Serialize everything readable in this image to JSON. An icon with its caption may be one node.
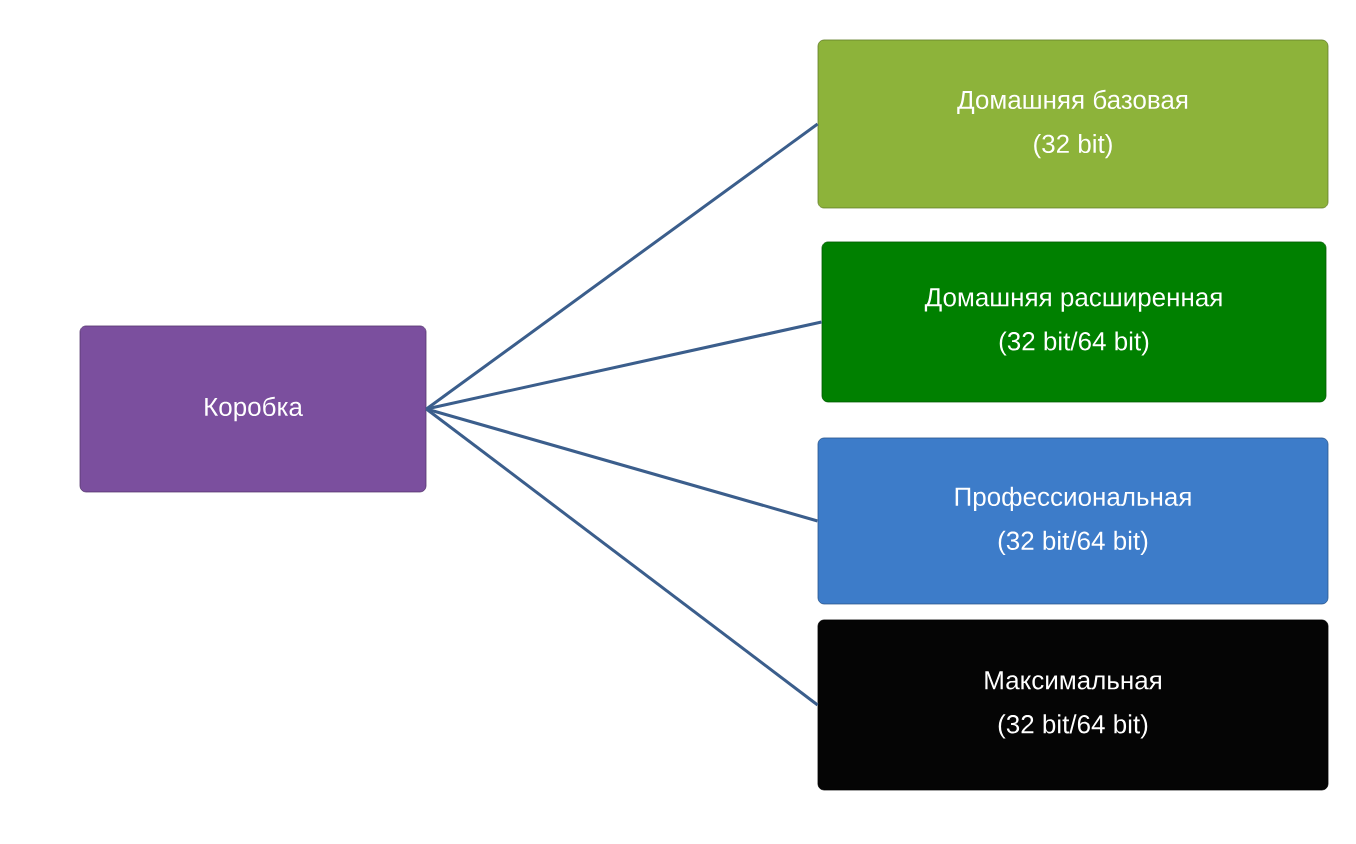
{
  "diagram": {
    "nodes": [
      {
        "text": [
          "Коробка"
        ]
      },
      {
        "text": [
          "Домашняя базовая",
          "(32 bit)"
        ]
      },
      {
        "text": [
          "Домашняя расширенная",
          "(32 bit/64 bit)"
        ]
      },
      {
        "text": [
          "Профессиональная",
          "(32 bit/64 bit)"
        ]
      },
      {
        "text": [
          "Максимальная",
          "(32 bit/64 bit)"
        ]
      }
    ],
    "edges": [
      {
        "from": 0,
        "to": 1,
        "arrow": "none"
      },
      {
        "from": 0,
        "to": 2,
        "arrow": "none"
      },
      {
        "from": 0,
        "to": 3,
        "arrow": "none"
      },
      {
        "from": 0,
        "to": 4,
        "arrow": "none"
      }
    ]
  }
}
